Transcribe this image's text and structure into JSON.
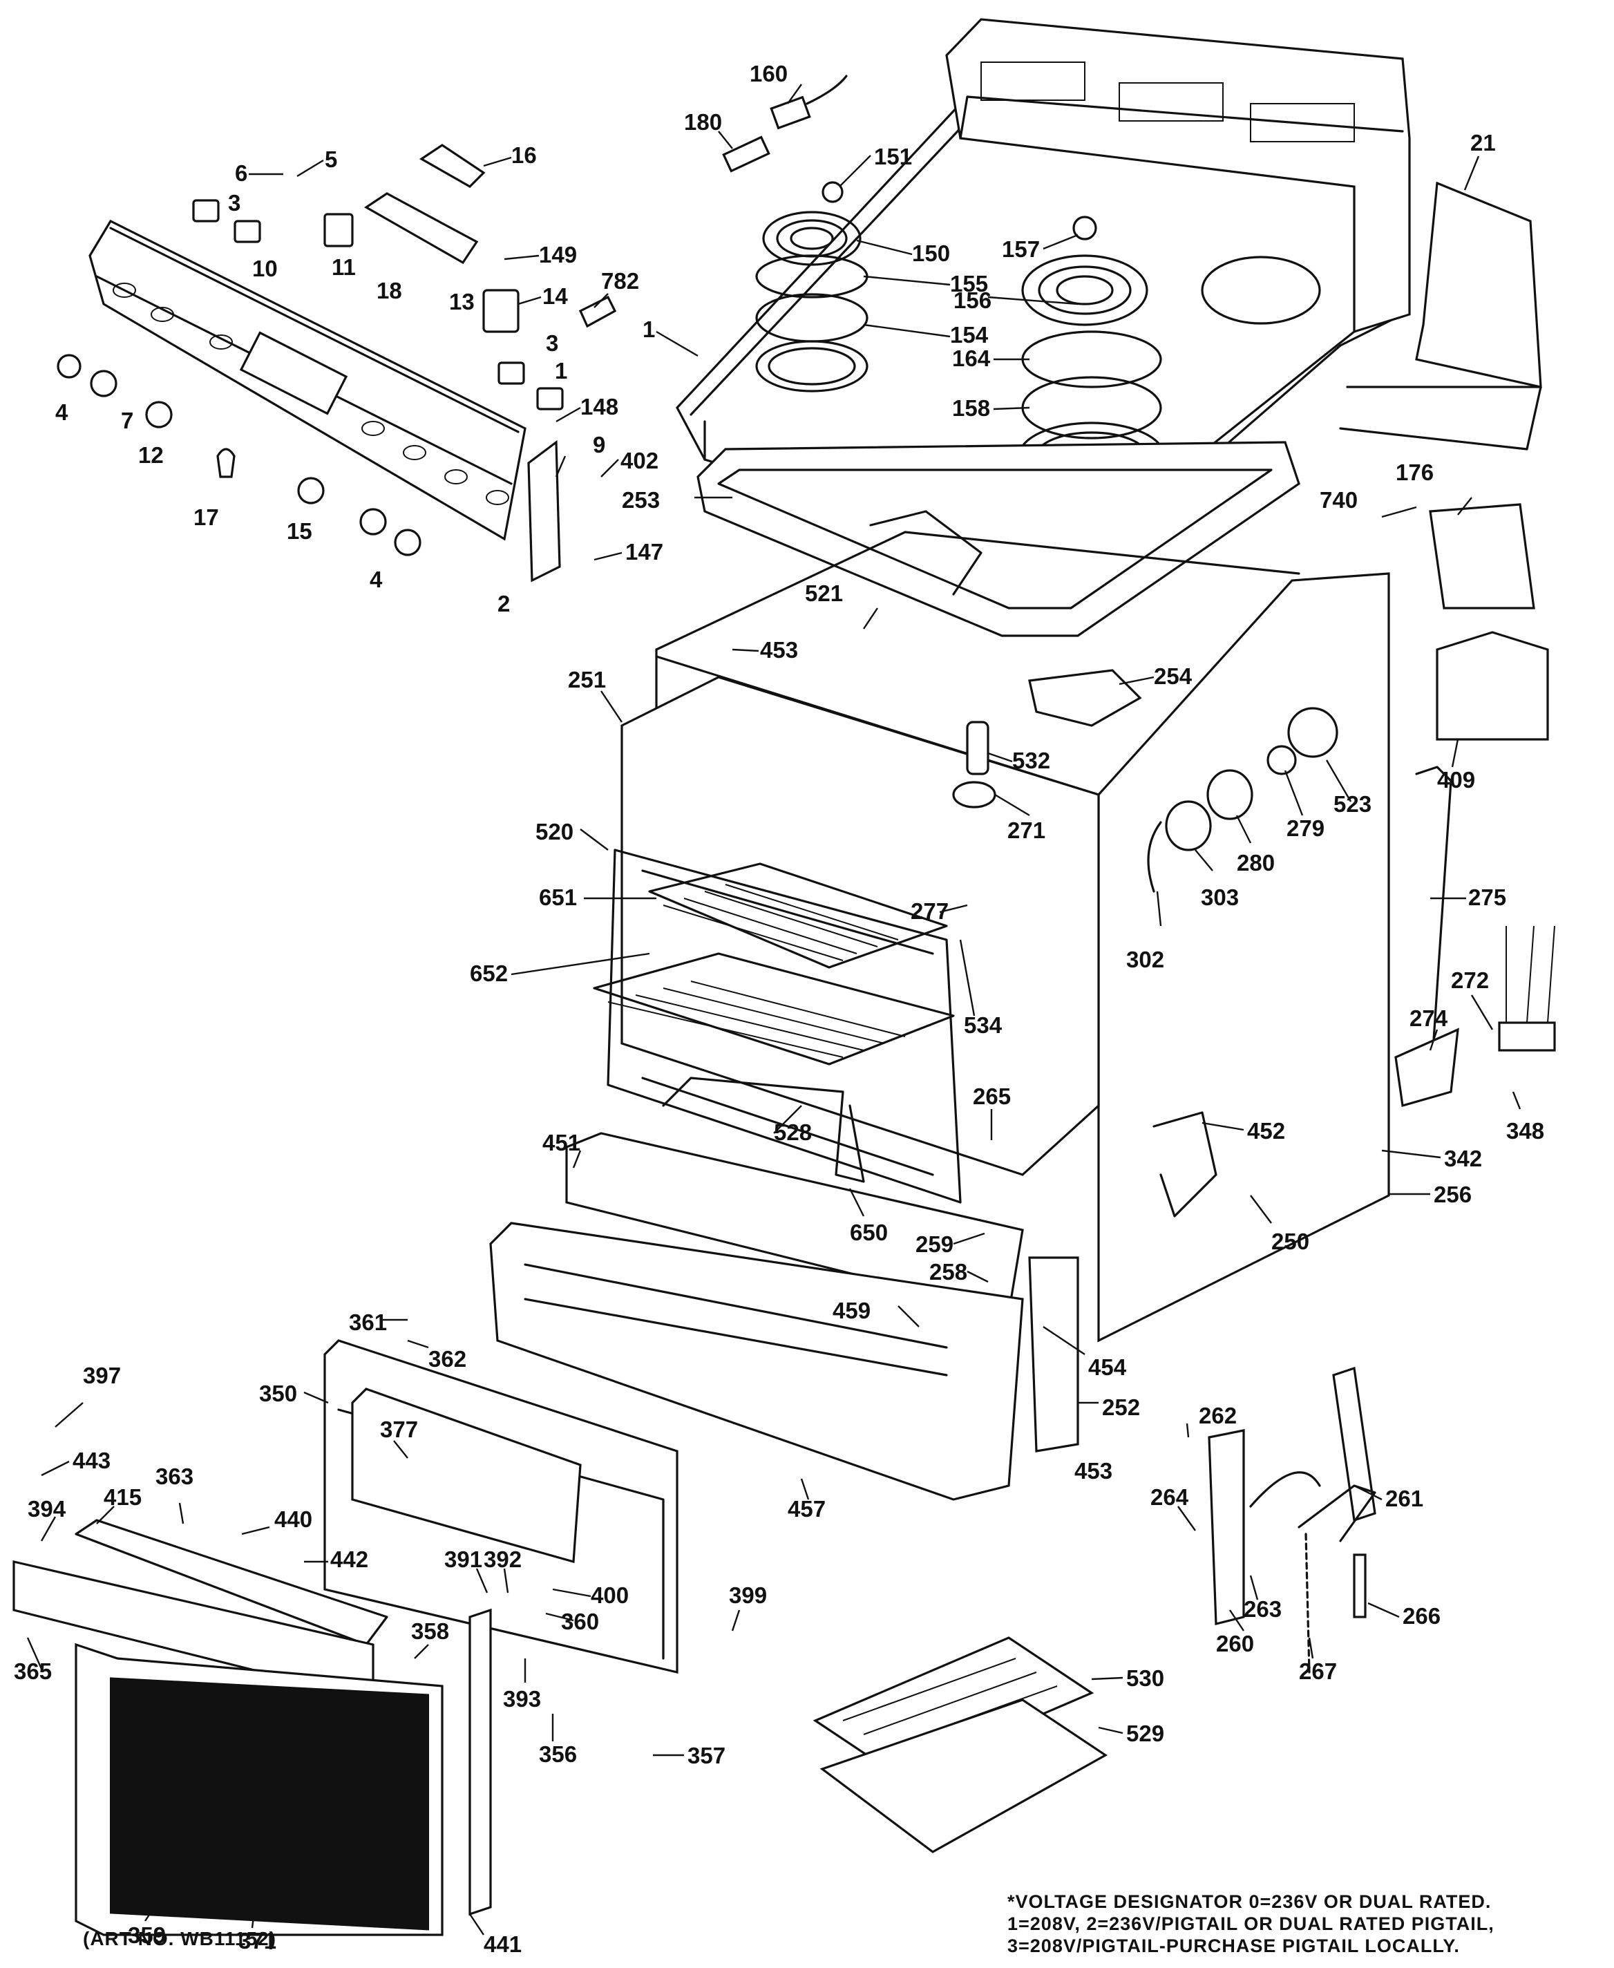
{
  "labels": [
    "160",
    "180",
    "151",
    "150",
    "157",
    "155",
    "156",
    "154",
    "164",
    "158",
    "1",
    "21",
    "782",
    "16",
    "5",
    "6",
    "3",
    "11",
    "10",
    "18",
    "13",
    "149",
    "14",
    "148",
    "9",
    "402",
    "253",
    "147",
    "4",
    "7",
    "12",
    "17",
    "15",
    "2",
    "176",
    "740",
    "521",
    "453",
    "254",
    "409",
    "251",
    "532",
    "271",
    "523",
    "279",
    "280",
    "303",
    "520",
    "651",
    "277",
    "652",
    "534",
    "302",
    "275",
    "272",
    "274",
    "265",
    "528",
    "451",
    "452",
    "342",
    "348",
    "256",
    "650",
    "259",
    "258",
    "250",
    "459",
    "454",
    "252",
    "361",
    "362",
    "397",
    "350",
    "377",
    "443",
    "363",
    "415",
    "440",
    "394",
    "442",
    "391",
    "392",
    "400",
    "358",
    "360",
    "365",
    "393",
    "399",
    "457",
    "262",
    "264",
    "261",
    "263",
    "266",
    "260",
    "267",
    "530",
    "529",
    "356",
    "357",
    "359",
    "371",
    "441"
  ],
  "notes": {
    "voltage_line1": "*VOLTAGE DESIGNATOR 0=236V OR DUAL RATED.",
    "voltage_line2": "1=208V, 2=236V/PIGTAIL OR DUAL RATED PIGTAIL,",
    "voltage_line3": "3=208V/PIGTAIL-PURCHASE PIGTAIL LOCALLY.",
    "art_no": "(ART NO. WB11152)"
  }
}
